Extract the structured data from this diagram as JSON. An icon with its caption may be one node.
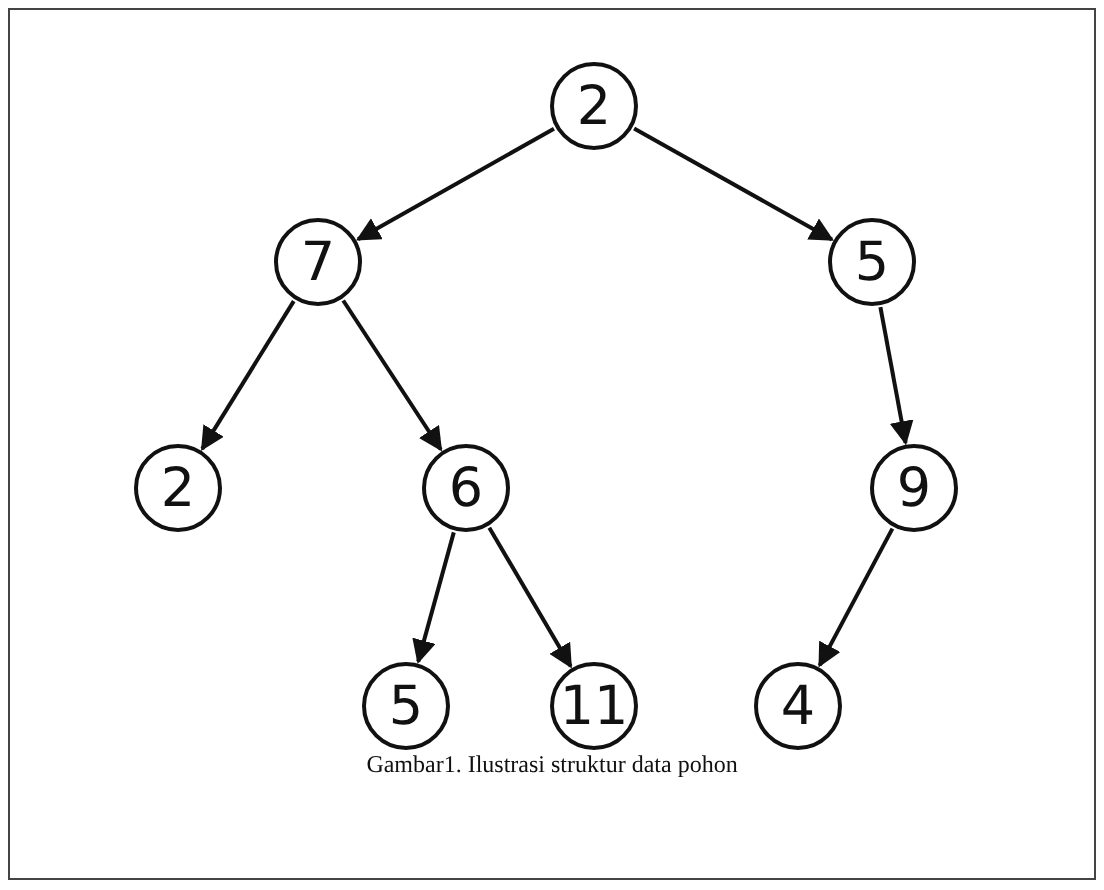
{
  "diagram": {
    "caption": "Gambar1. Ilustrasi struktur data pohon",
    "nodes": [
      {
        "text": [
          "2"
        ]
      },
      {
        "text": [
          "7"
        ]
      },
      {
        "text": [
          "5"
        ]
      },
      {
        "text": [
          "2"
        ]
      },
      {
        "text": [
          "6"
        ]
      },
      {
        "text": [
          "9"
        ]
      },
      {
        "text": [
          "5"
        ]
      },
      {
        "text": [
          "11"
        ]
      },
      {
        "text": [
          "4"
        ]
      }
    ],
    "edges": [
      {
        "from": 0,
        "to": 1,
        "arrow": "to"
      },
      {
        "from": 0,
        "to": 2,
        "arrow": "to"
      },
      {
        "from": 1,
        "to": 3,
        "arrow": "to"
      },
      {
        "from": 1,
        "to": 4,
        "arrow": "to"
      },
      {
        "from": 2,
        "to": 5,
        "arrow": "to"
      },
      {
        "from": 4,
        "to": 6,
        "arrow": "to"
      },
      {
        "from": 4,
        "to": 7,
        "arrow": "to"
      },
      {
        "from": 5,
        "to": 8,
        "arrow": "to"
      }
    ]
  }
}
